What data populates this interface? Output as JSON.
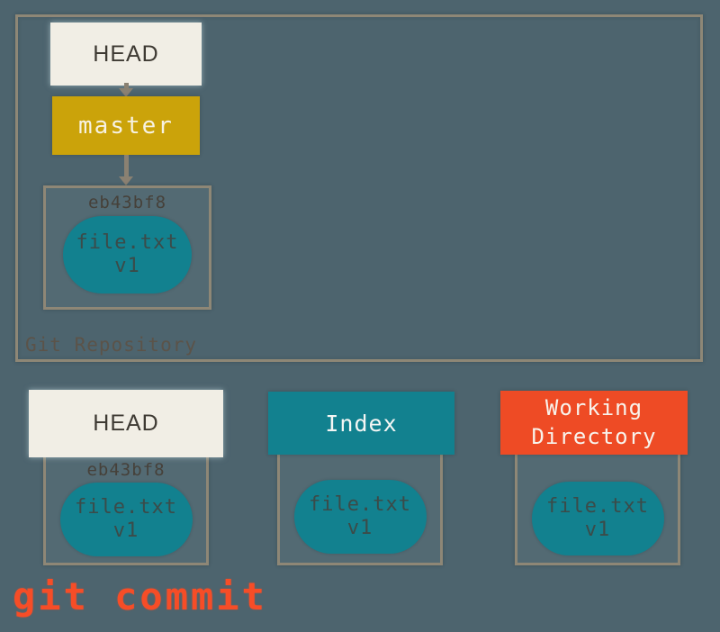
{
  "repository": {
    "label": "Git Repository",
    "head_label": "HEAD",
    "branch_label": "master",
    "commit": {
      "hash": "eb43bf8",
      "file_name": "file.txt",
      "file_version": "v1"
    }
  },
  "columns": [
    {
      "title": "HEAD",
      "hash": "eb43bf8",
      "file_name": "file.txt",
      "file_version": "v1"
    },
    {
      "title": "Index",
      "file_name": "file.txt",
      "file_version": "v1"
    },
    {
      "title": "Working Directory",
      "file_name": "file.txt",
      "file_version": "v1"
    }
  ],
  "caption": "git commit",
  "colors": {
    "background": "#4d646e",
    "box_border": "#8e8776",
    "head_box": "#f1eee5",
    "branch_box": "#cba30a",
    "teal": "#12818f",
    "working_directory_box": "#ee4b25",
    "caption_text": "#f64d27"
  }
}
